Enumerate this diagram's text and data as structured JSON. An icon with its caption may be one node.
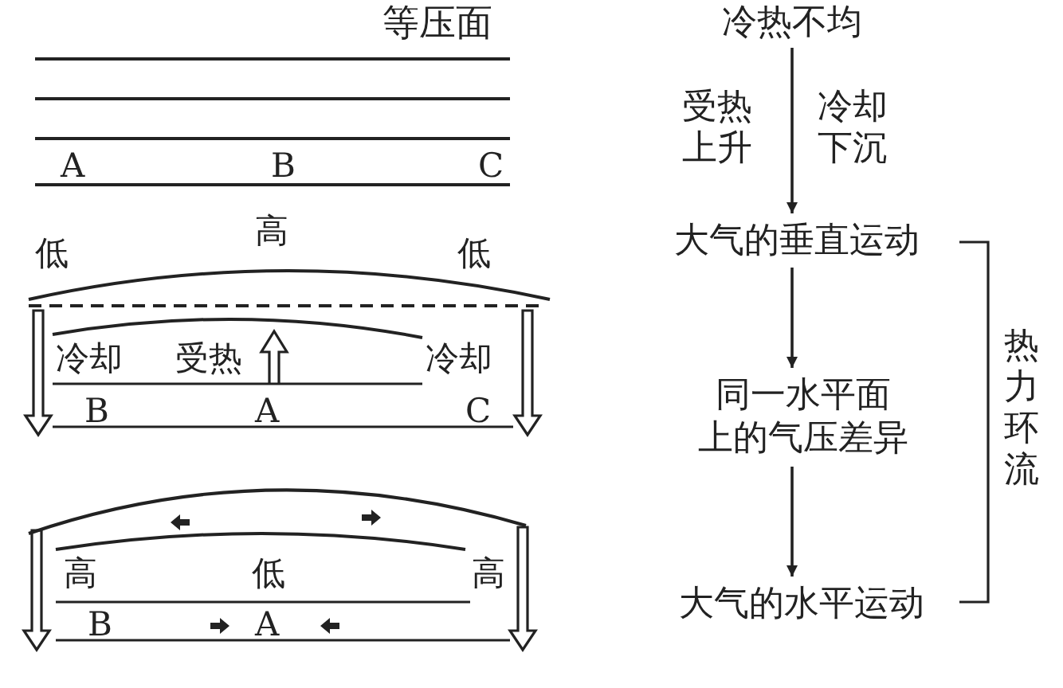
{
  "diagram": {
    "nodes": [
      {
        "text": [
          "冷热不均"
        ]
      },
      {
        "text": [
          "大气的垂直运动"
        ]
      },
      {
        "text": [
          "同一水平面上的气压差异"
        ]
      },
      {
        "text": [
          "大气的水平运动"
        ]
      }
    ],
    "edges": [
      {
        "from": 0,
        "to": 1,
        "arrow": "to"
      },
      {
        "from": 1,
        "to": 2,
        "arrow": "to"
      },
      {
        "from": 2,
        "to": 3,
        "arrow": "to"
      }
    ],
    "labels": [
      "等压面",
      "A",
      "B",
      "C",
      "高",
      "低",
      "低",
      "冷却",
      "受热",
      "冷却",
      "B",
      "A",
      "C",
      "高",
      "低",
      "高",
      "B",
      "A",
      "受热上升",
      "冷却下沉",
      "热力环流"
    ]
  }
}
